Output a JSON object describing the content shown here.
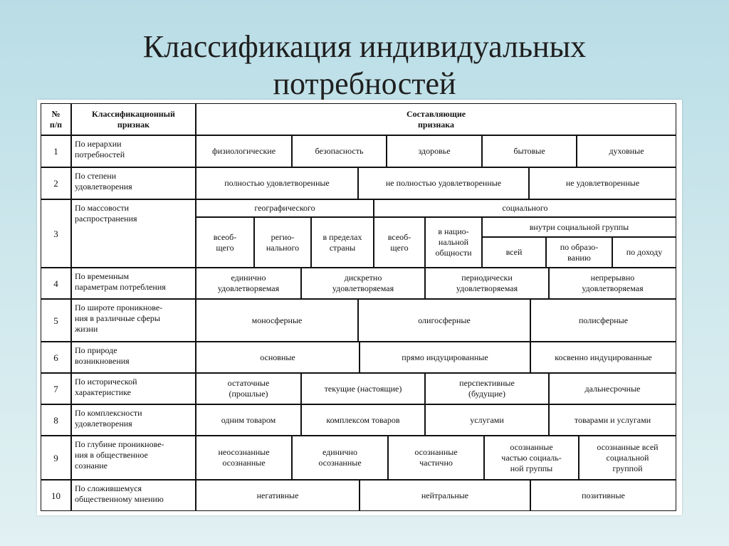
{
  "title": "Классификация индивидуальных\nпотребностей",
  "header": {
    "num": "№\nп/п",
    "criterion": "Классификационный\nпризнак",
    "components": "Составляющие\nпризнака"
  },
  "rows": [
    {
      "num": "1",
      "criterion": "По иерархии\nпотребностей",
      "cells": [
        "физиологические",
        "безопасность",
        "здоровье",
        "бытовые",
        "духовные"
      ]
    },
    {
      "num": "2",
      "criterion": "По степени\nудовлетворения",
      "cells": [
        "полностью удовлетворенные",
        "не полностью удовлетворенные",
        "не удовлетворенные"
      ]
    },
    {
      "num": "3",
      "criterion": "По массовости\nраспространения",
      "groups": [
        "географического",
        "социального",
        "внутри социальной группы"
      ],
      "cells": [
        "всеоб-\nщего",
        "регио-\nнального",
        "в пределах\nстраны",
        "всеоб-\nщего",
        "в нацио-\nнальной\nобщности",
        "всей",
        "по образо-\nванию",
        "по доходу"
      ]
    },
    {
      "num": "4",
      "criterion": "По временным\nпараметрам потребления",
      "cells": [
        "единично\nудовлетворяемая",
        "дискретно\nудовлетворяемая",
        "периодически\nудовлетворяемая",
        "непрерывно\nудовлетворяемая"
      ]
    },
    {
      "num": "5",
      "criterion": "По широте проникнове-\nния в различные сферы\nжизни",
      "cells": [
        "моносферные",
        "олигосферные",
        "полисферные"
      ]
    },
    {
      "num": "6",
      "criterion": "По природе\nвозникновения",
      "cells": [
        "основные",
        "прямо индуцированные",
        "косвенно индуцированные"
      ]
    },
    {
      "num": "7",
      "criterion": "По исторической\nхарактеристике",
      "cells": [
        "остаточные\n(прошлые)",
        "текущие (настоящие)",
        "перспективные\n(будущие)",
        "дальнесрочные"
      ]
    },
    {
      "num": "8",
      "criterion": "По комплексности\nудовлетворения",
      "cells": [
        "одним товаром",
        "комплексом товаров",
        "услугами",
        "товарами и услугами"
      ]
    },
    {
      "num": "9",
      "criterion": "По глубине проникнове-\nния в общественное\nсознание",
      "cells": [
        "неосознанные\nосознанные",
        "единично\nосознанные",
        "осознанные\nчастично",
        "осознанные\nчастью социаль-\nной группы",
        "осознанные всей\nсоциальной\nгруппой"
      ]
    },
    {
      "num": "10",
      "criterion": "По сложившемуся\nобщественному мнению",
      "cells": [
        "негативные",
        "нейтральные",
        "позитивные"
      ]
    }
  ]
}
